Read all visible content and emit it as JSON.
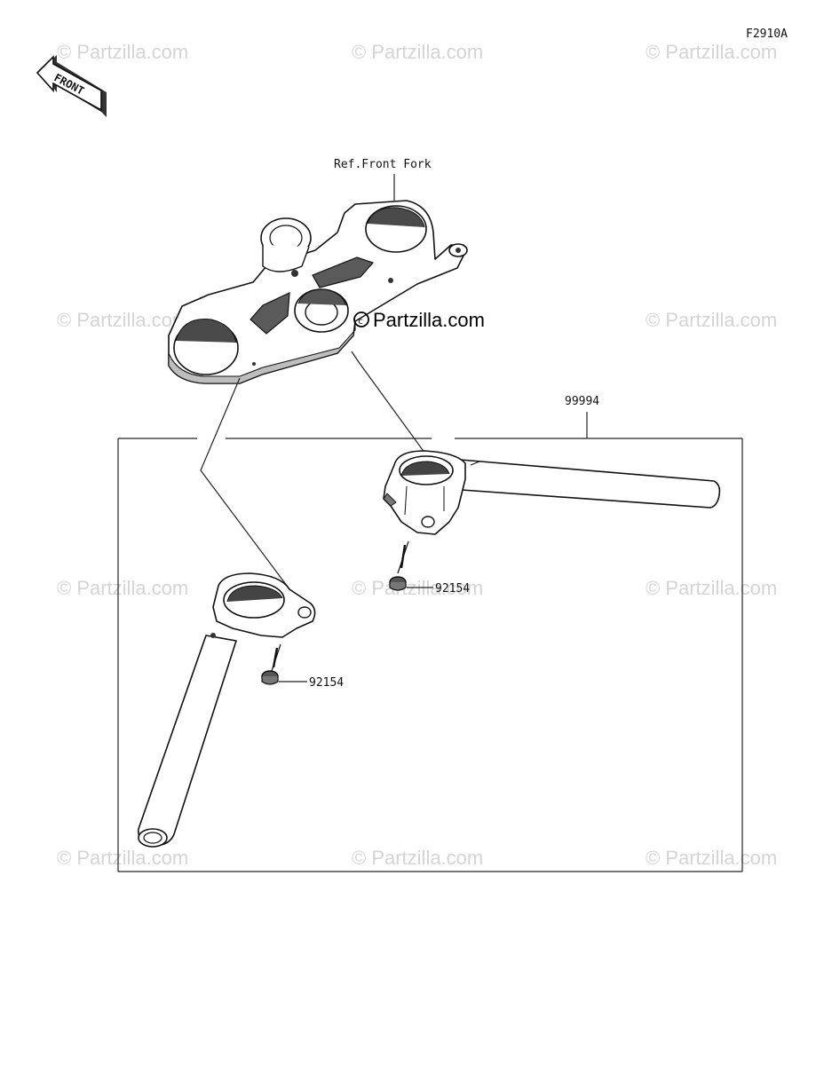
{
  "diagram_code": "F2910A",
  "front_label": "FRONT",
  "ref_label": "Ref.Front Fork",
  "kit_part_number": "99994",
  "bolt_upper_part_number": "92154",
  "bolt_lower_part_number": "92154",
  "watermark_text": "© Partzilla.com",
  "center_watermark_text": "Partzilla.com"
}
